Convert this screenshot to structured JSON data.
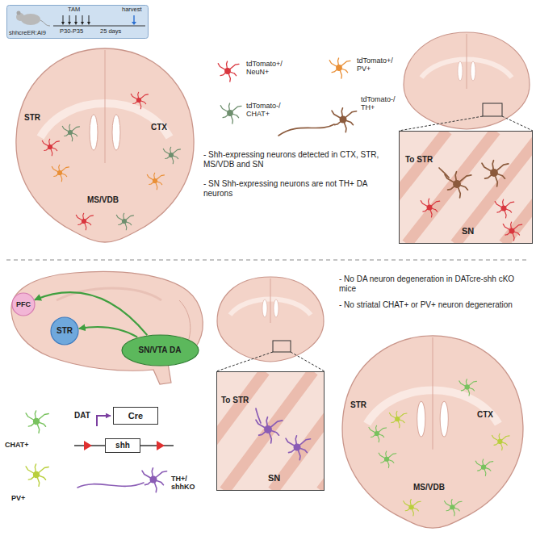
{
  "diagram": {
    "nodes": [
      {
        "text": [
          "shhcreER:Ai9",
          "TAM",
          "P30-P35",
          "25 days",
          "harvest"
        ]
      },
      {
        "text": [
          "STR",
          "CTX",
          "MS/VDB"
        ]
      },
      {
        "text": [
          "To STR",
          "SN"
        ]
      },
      {
        "text": [
          "PFC"
        ]
      },
      {
        "text": [
          "STR"
        ]
      },
      {
        "text": [
          "SN/VTA DA"
        ]
      },
      {
        "text": [
          "Cre"
        ]
      },
      {
        "text": [
          "shh"
        ]
      },
      {
        "text": [
          "To STR",
          "SN"
        ]
      },
      {
        "text": [
          "STR",
          "CTX",
          "MS/VDB"
        ]
      }
    ],
    "edges": [
      {
        "from": 5,
        "to": 4,
        "arrow": "to"
      },
      {
        "from": 5,
        "to": 3,
        "arrow": "to"
      }
    ],
    "labels": [
      "tdTomato+/ NeuN+",
      "tdTomato-/ CHAT+",
      "tdTomato+/ PV+",
      "tdTomato-/ TH+",
      "- Shh-expressing neurons detected in CTX, STR, MS/VDB and SN",
      "- SN Shh-expressing neurons are not TH+ DA neurons",
      "- No DA neuron degeneration in DATcre-shh cKO mice",
      "- No striatal CHAT+ or PV+ neuron degeneration",
      "DAT",
      "CHAT+",
      "PV+",
      "TH+/ shhKO"
    ]
  }
}
